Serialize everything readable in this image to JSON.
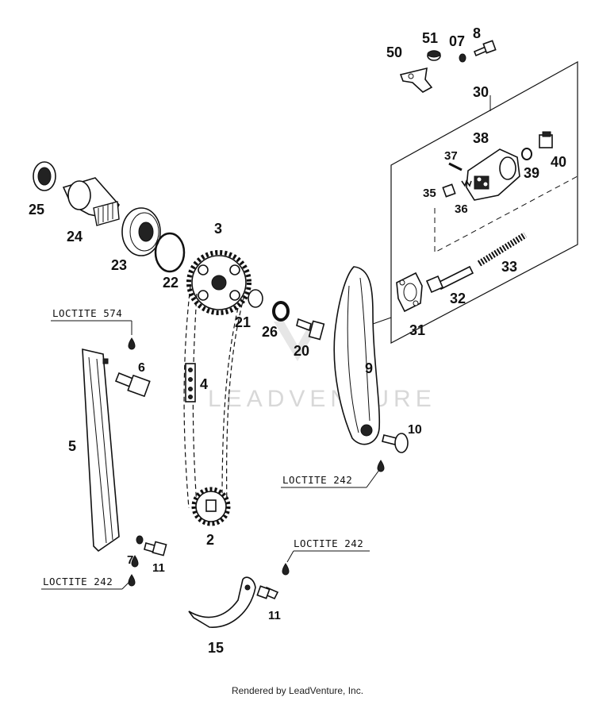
{
  "diagram": {
    "part_numbers": {
      "p50": "50",
      "p51": "51",
      "p07": "07",
      "p8": "8",
      "p30": "30",
      "p38": "38",
      "p37": "37",
      "p39": "39",
      "p40": "40",
      "p35": "35",
      "p36": "36",
      "p25": "25",
      "p24": "24",
      "p23": "23",
      "p22": "22",
      "p3": "3",
      "p33": "33",
      "p32": "32",
      "p31": "31",
      "p21": "21",
      "p26": "26",
      "p20": "20",
      "p9": "9",
      "p6": "6",
      "p4": "4",
      "p5": "5",
      "p10": "10",
      "p2": "2",
      "p7": "7",
      "p11a": "11",
      "p11b": "11",
      "p15": "15"
    },
    "callouts": {
      "loctite_574": "LOCTITE 574",
      "loctite_242_right": "LOCTITE 242",
      "loctite_242_bottom_right": "LOCTITE 242",
      "loctite_242_left": "LOCTITE 242"
    },
    "watermark": "LEADVENTURE"
  },
  "footer": {
    "text": "Rendered by LeadVenture, Inc."
  }
}
